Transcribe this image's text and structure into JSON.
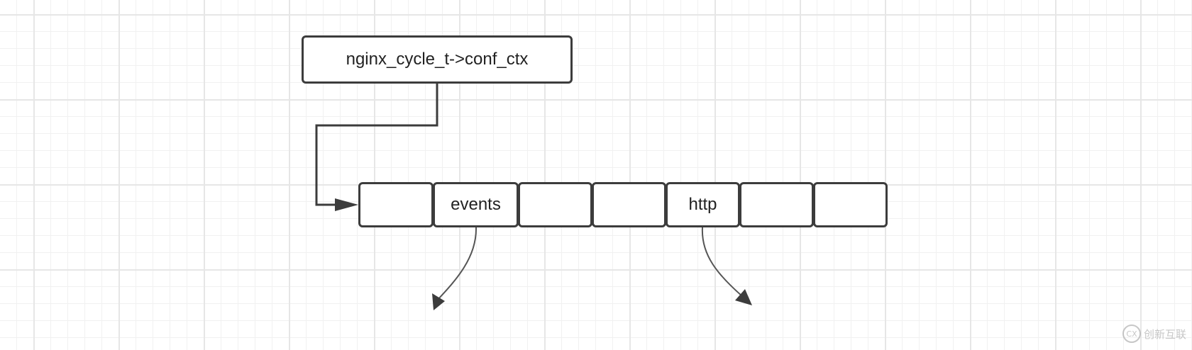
{
  "diagram": {
    "root_label": "nginx_cycle_t->conf_ctx",
    "array_cells": [
      "",
      "events",
      "",
      "",
      "http",
      "",
      ""
    ]
  },
  "watermark": {
    "icon": "cx-logo-icon",
    "text": "创新互联"
  },
  "colors": {
    "stroke": "#3c3c3c",
    "box_fill": "#ffffff",
    "grid_major": "#e6e6e6",
    "grid_minor": "#f1f1f1"
  }
}
